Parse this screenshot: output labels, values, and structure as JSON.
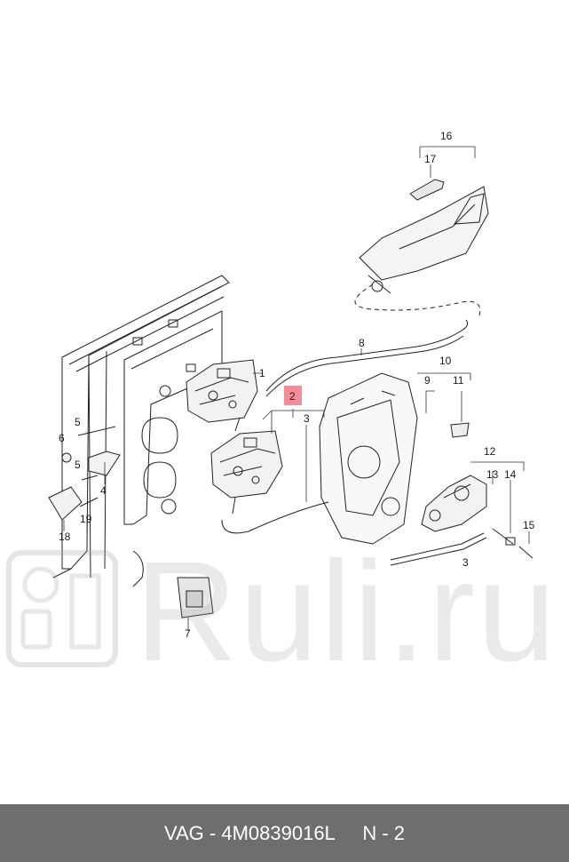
{
  "labels": {
    "c1": "1",
    "c2": "2",
    "c3a": "3",
    "c3b": "3",
    "c4": "4",
    "c5a": "5",
    "c5b": "5",
    "c6": "6",
    "c7": "7",
    "c8": "8",
    "c9": "9",
    "c10": "10",
    "c11": "11",
    "c12": "12",
    "c13": "13",
    "c14": "14",
    "c15": "15",
    "c16": "16",
    "c17": "17",
    "c18": "18",
    "c19": "19"
  },
  "highlight": {
    "label": "2",
    "color": "#f28b9a"
  },
  "watermark": {
    "text": "Ruli.ru"
  },
  "footer": {
    "brand": "VAG",
    "part_number": "4M0839016L",
    "position_code": "N - 2"
  },
  "colors": {
    "footer_bg": "#6e6e6e",
    "line": "#222222"
  }
}
